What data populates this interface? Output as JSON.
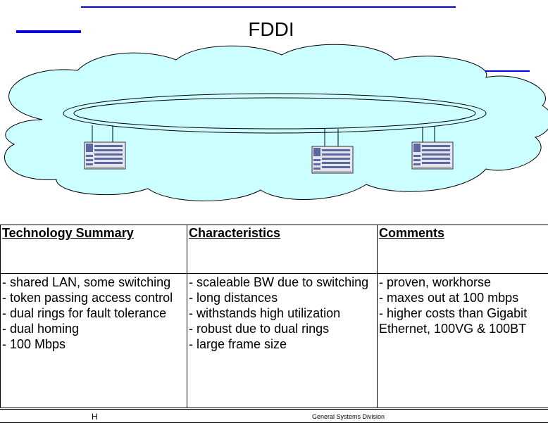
{
  "title": "FDDI",
  "colors": {
    "cloud": "#ccffff",
    "accent": "#0000ff",
    "station_body": "#e5e5ef",
    "station_panel": "#5a6aa0"
  },
  "icons": [
    "cloud-shape",
    "fddi-ring",
    "station-icon"
  ],
  "table": {
    "headers": [
      "Technology Summary",
      "Characteristics",
      "Comments"
    ],
    "col1": [
      "- shared LAN, some switching",
      "- token passing access control",
      "- dual rings for fault tolerance",
      "- dual homing",
      "- 100 Mbps"
    ],
    "col2": [
      "- scaleable BW due to switching",
      "- long distances",
      "- withstands high utilization",
      "- robust due to dual rings",
      "- large frame size"
    ],
    "col3": [
      "- proven, workhorse",
      "- maxes out at 100 mbps",
      "- higher costs than Gigabit Ethernet, 100VG & 100BT"
    ]
  },
  "footer": {
    "mark": "H",
    "division": "General Systems Division"
  }
}
